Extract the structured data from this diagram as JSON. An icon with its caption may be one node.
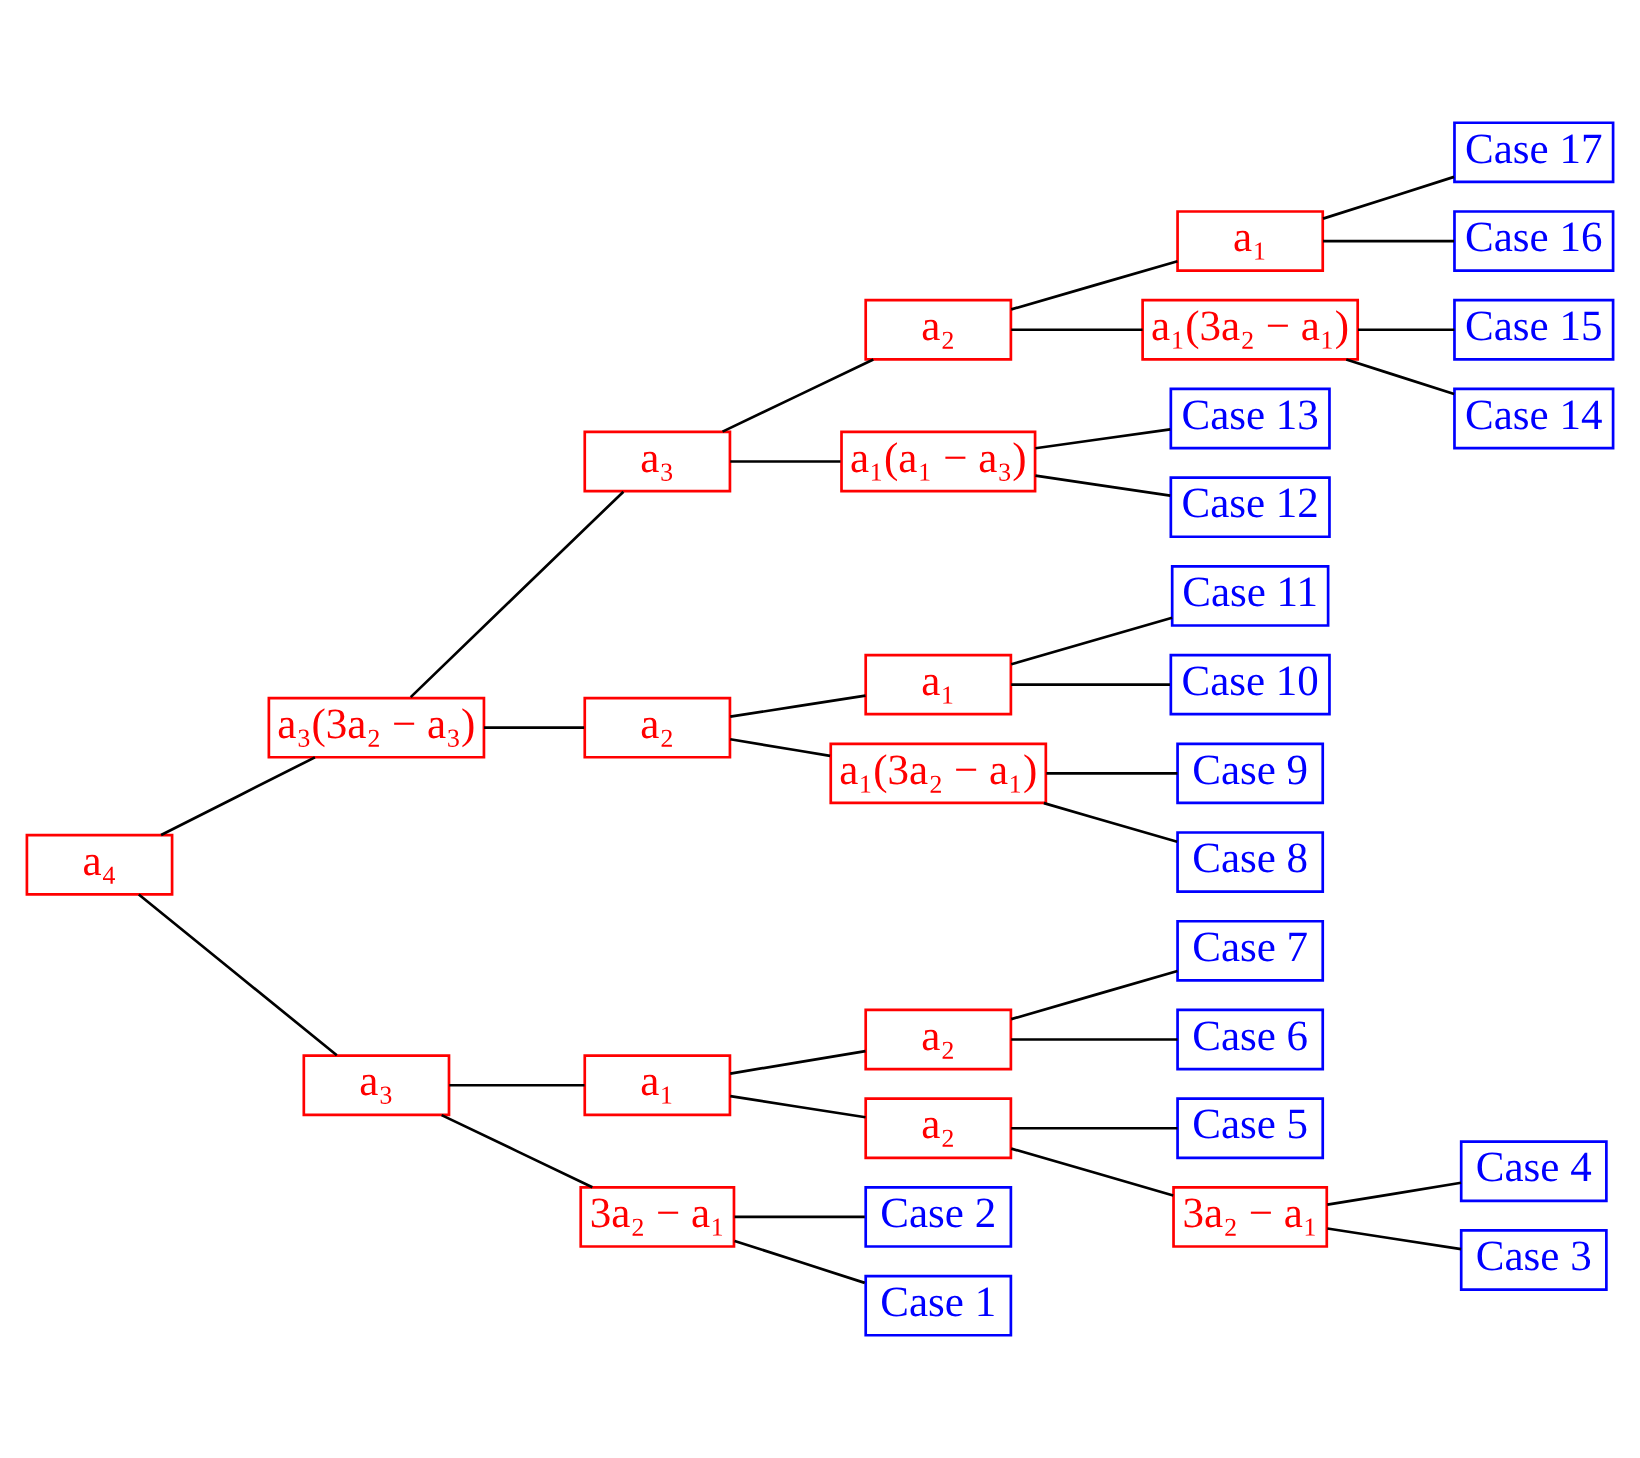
{
  "diagram": {
    "nodes": [
      {
        "text": [
          "a₄"
        ]
      },
      {
        "text": [
          "a₃(3a₂ − a₃)"
        ]
      },
      {
        "text": [
          "a₃"
        ]
      },
      {
        "text": [
          "a₂"
        ]
      },
      {
        "text": [
          "a₁"
        ]
      },
      {
        "text": [
          "Case 17"
        ]
      },
      {
        "text": [
          "Case 16"
        ]
      },
      {
        "text": [
          "a₁(3a₂ − a₁)"
        ]
      },
      {
        "text": [
          "Case 15"
        ]
      },
      {
        "text": [
          "Case 14"
        ]
      },
      {
        "text": [
          "a₁(a₁ − a₃)"
        ]
      },
      {
        "text": [
          "Case 13"
        ]
      },
      {
        "text": [
          "Case 12"
        ]
      },
      {
        "text": [
          "a₂"
        ]
      },
      {
        "text": [
          "a₁"
        ]
      },
      {
        "text": [
          "Case 11"
        ]
      },
      {
        "text": [
          "Case 10"
        ]
      },
      {
        "text": [
          "a₁(3a₂ − a₁)"
        ]
      },
      {
        "text": [
          "Case 9"
        ]
      },
      {
        "text": [
          "Case 8"
        ]
      },
      {
        "text": [
          "a₃"
        ]
      },
      {
        "text": [
          "a₁"
        ]
      },
      {
        "text": [
          "a₂"
        ]
      },
      {
        "text": [
          "Case 7"
        ]
      },
      {
        "text": [
          "Case 6"
        ]
      },
      {
        "text": [
          "a₂"
        ]
      },
      {
        "text": [
          "Case 5"
        ]
      },
      {
        "text": [
          "3a₂ − a₁"
        ]
      },
      {
        "text": [
          "Case 4"
        ]
      },
      {
        "text": [
          "Case 3"
        ]
      },
      {
        "text": [
          "3a₂ − a₁"
        ]
      },
      {
        "text": [
          "Case 2"
        ]
      },
      {
        "text": [
          "Case 1"
        ]
      }
    ],
    "edges": [
      {
        "from": 0,
        "to": 1,
        "arrow": "none"
      },
      {
        "from": 1,
        "to": 2,
        "arrow": "none"
      },
      {
        "from": 2,
        "to": 3,
        "arrow": "none"
      },
      {
        "from": 3,
        "to": 4,
        "arrow": "none"
      },
      {
        "from": 4,
        "to": 5,
        "arrow": "none"
      },
      {
        "from": 4,
        "to": 6,
        "arrow": "none"
      },
      {
        "from": 3,
        "to": 7,
        "arrow": "none"
      },
      {
        "from": 7,
        "to": 8,
        "arrow": "none"
      },
      {
        "from": 7,
        "to": 9,
        "arrow": "none"
      },
      {
        "from": 2,
        "to": 10,
        "arrow": "none"
      },
      {
        "from": 10,
        "to": 11,
        "arrow": "none"
      },
      {
        "from": 10,
        "to": 12,
        "arrow": "none"
      },
      {
        "from": 1,
        "to": 13,
        "arrow": "none"
      },
      {
        "from": 13,
        "to": 14,
        "arrow": "none"
      },
      {
        "from": 14,
        "to": 15,
        "arrow": "none"
      },
      {
        "from": 14,
        "to": 16,
        "arrow": "none"
      },
      {
        "from": 13,
        "to": 17,
        "arrow": "none"
      },
      {
        "from": 17,
        "to": 18,
        "arrow": "none"
      },
      {
        "from": 17,
        "to": 19,
        "arrow": "none"
      },
      {
        "from": 0,
        "to": 20,
        "arrow": "none"
      },
      {
        "from": 20,
        "to": 21,
        "arrow": "none"
      },
      {
        "from": 21,
        "to": 22,
        "arrow": "none"
      },
      {
        "from": 22,
        "to": 23,
        "arrow": "none"
      },
      {
        "from": 22,
        "to": 24,
        "arrow": "none"
      },
      {
        "from": 21,
        "to": 25,
        "arrow": "none"
      },
      {
        "from": 25,
        "to": 26,
        "arrow": "none"
      },
      {
        "from": 25,
        "to": 27,
        "arrow": "none"
      },
      {
        "from": 27,
        "to": 28,
        "arrow": "none"
      },
      {
        "from": 27,
        "to": 29,
        "arrow": "none"
      },
      {
        "from": 20,
        "to": 30,
        "arrow": "none"
      },
      {
        "from": 30,
        "to": 31,
        "arrow": "none"
      },
      {
        "from": 30,
        "to": 32,
        "arrow": "none"
      }
    ]
  }
}
